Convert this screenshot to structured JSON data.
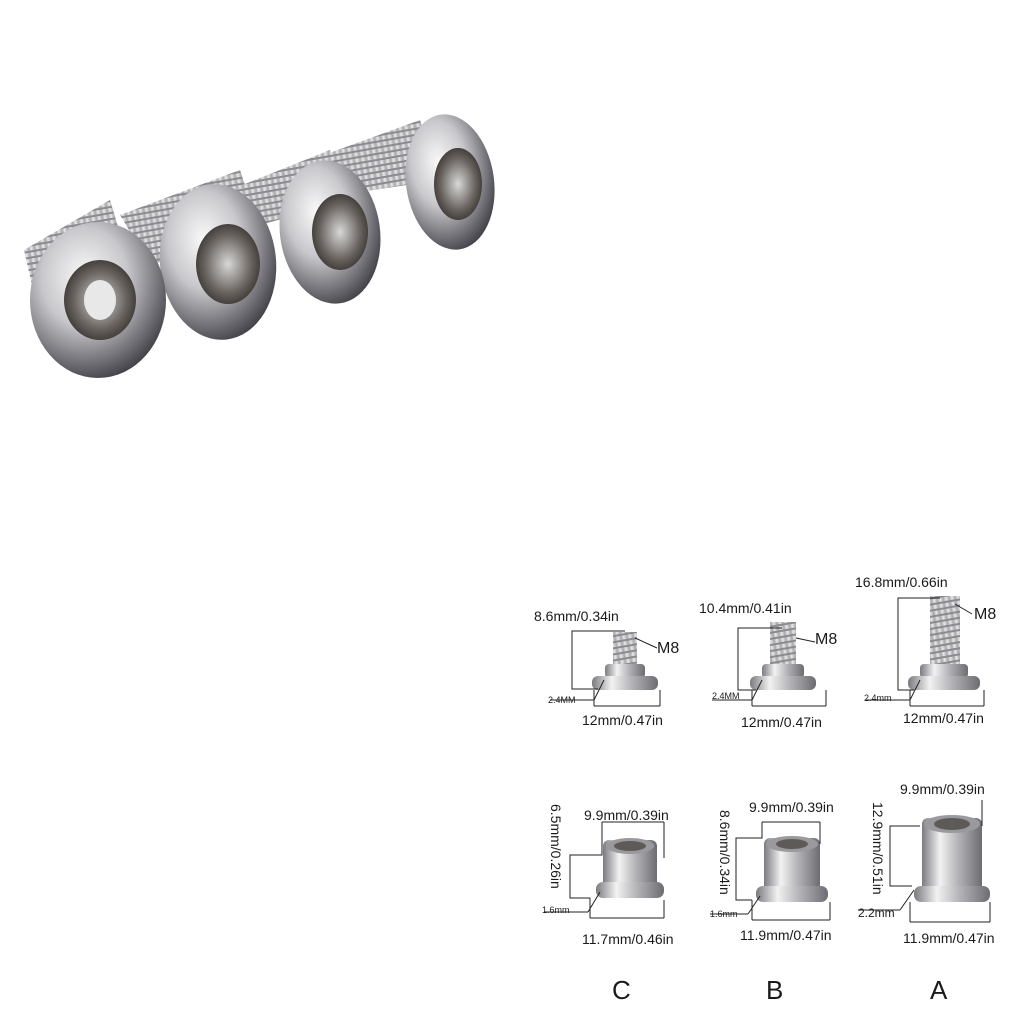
{
  "photo": {
    "subject": "four chrome hex socket chainring bolts"
  },
  "bolts_row": [
    {
      "id": "C",
      "length": "8.6mm/0.34in",
      "thread": "M8",
      "flange": "2.4MM",
      "diameter": "12mm/0.47in"
    },
    {
      "id": "B",
      "length": "10.4mm/0.41in",
      "thread": "M8",
      "flange": "2.4MM",
      "diameter": "12mm/0.47in"
    },
    {
      "id": "A",
      "length": "16.8mm/0.66in",
      "thread": "M8",
      "flange": "2.4mm",
      "diameter": "12mm/0.47in"
    }
  ],
  "nuts_row": [
    {
      "id": "C",
      "top": "9.9mm/0.39in",
      "height": "6.5mm/0.26in",
      "flange": "1.6mm",
      "diameter": "11.7mm/0.46in"
    },
    {
      "id": "B",
      "top": "9.9mm/0.39in",
      "height": "8.6mm/0.34in",
      "flange": "1.6mm",
      "diameter": "11.9mm/0.47in"
    },
    {
      "id": "A",
      "top": "9.9mm/0.39in",
      "height": "12.9mm/0.51in",
      "flange": "2.2mm",
      "diameter": "11.9mm/0.47in"
    }
  ],
  "column_labels": [
    "C",
    "B",
    "A"
  ]
}
